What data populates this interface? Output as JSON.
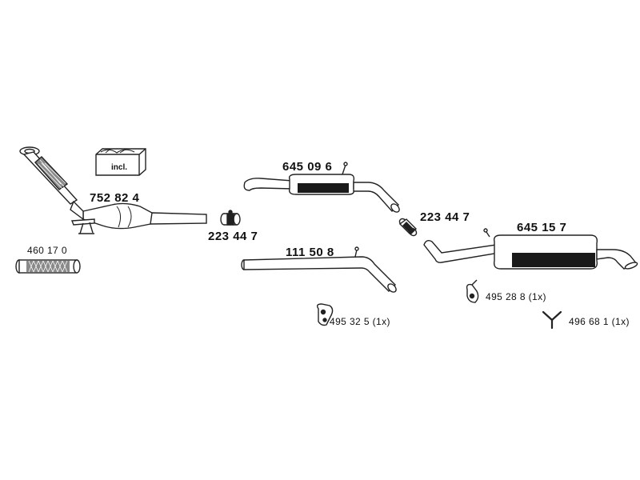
{
  "parts": {
    "catalytic_converter": {
      "number": "752 82 4"
    },
    "mounting_kit": {
      "note": "incl."
    },
    "flex_pipe": {
      "number": "460 17 0"
    },
    "clamp_front": {
      "number": "223 44 7"
    },
    "front_silencer": {
      "number": "645 09 6"
    },
    "intermediate_pipe": {
      "number": "111 50 8"
    },
    "clamp_rear": {
      "number": "223 44 7"
    },
    "rear_silencer": {
      "number": "645 15 7"
    },
    "rubber_mount_a": {
      "number": "495 32 5",
      "qty": "(1x)"
    },
    "rubber_mount_b": {
      "number": "495 28 8",
      "qty": "(1x)"
    },
    "hanger_y": {
      "number": "496 68 1",
      "qty": "(1x)"
    }
  },
  "colors": {
    "outline": "#222222",
    "fill": "#ffffff",
    "band": "#1a1a1a",
    "shade": "#8a8a8a"
  }
}
